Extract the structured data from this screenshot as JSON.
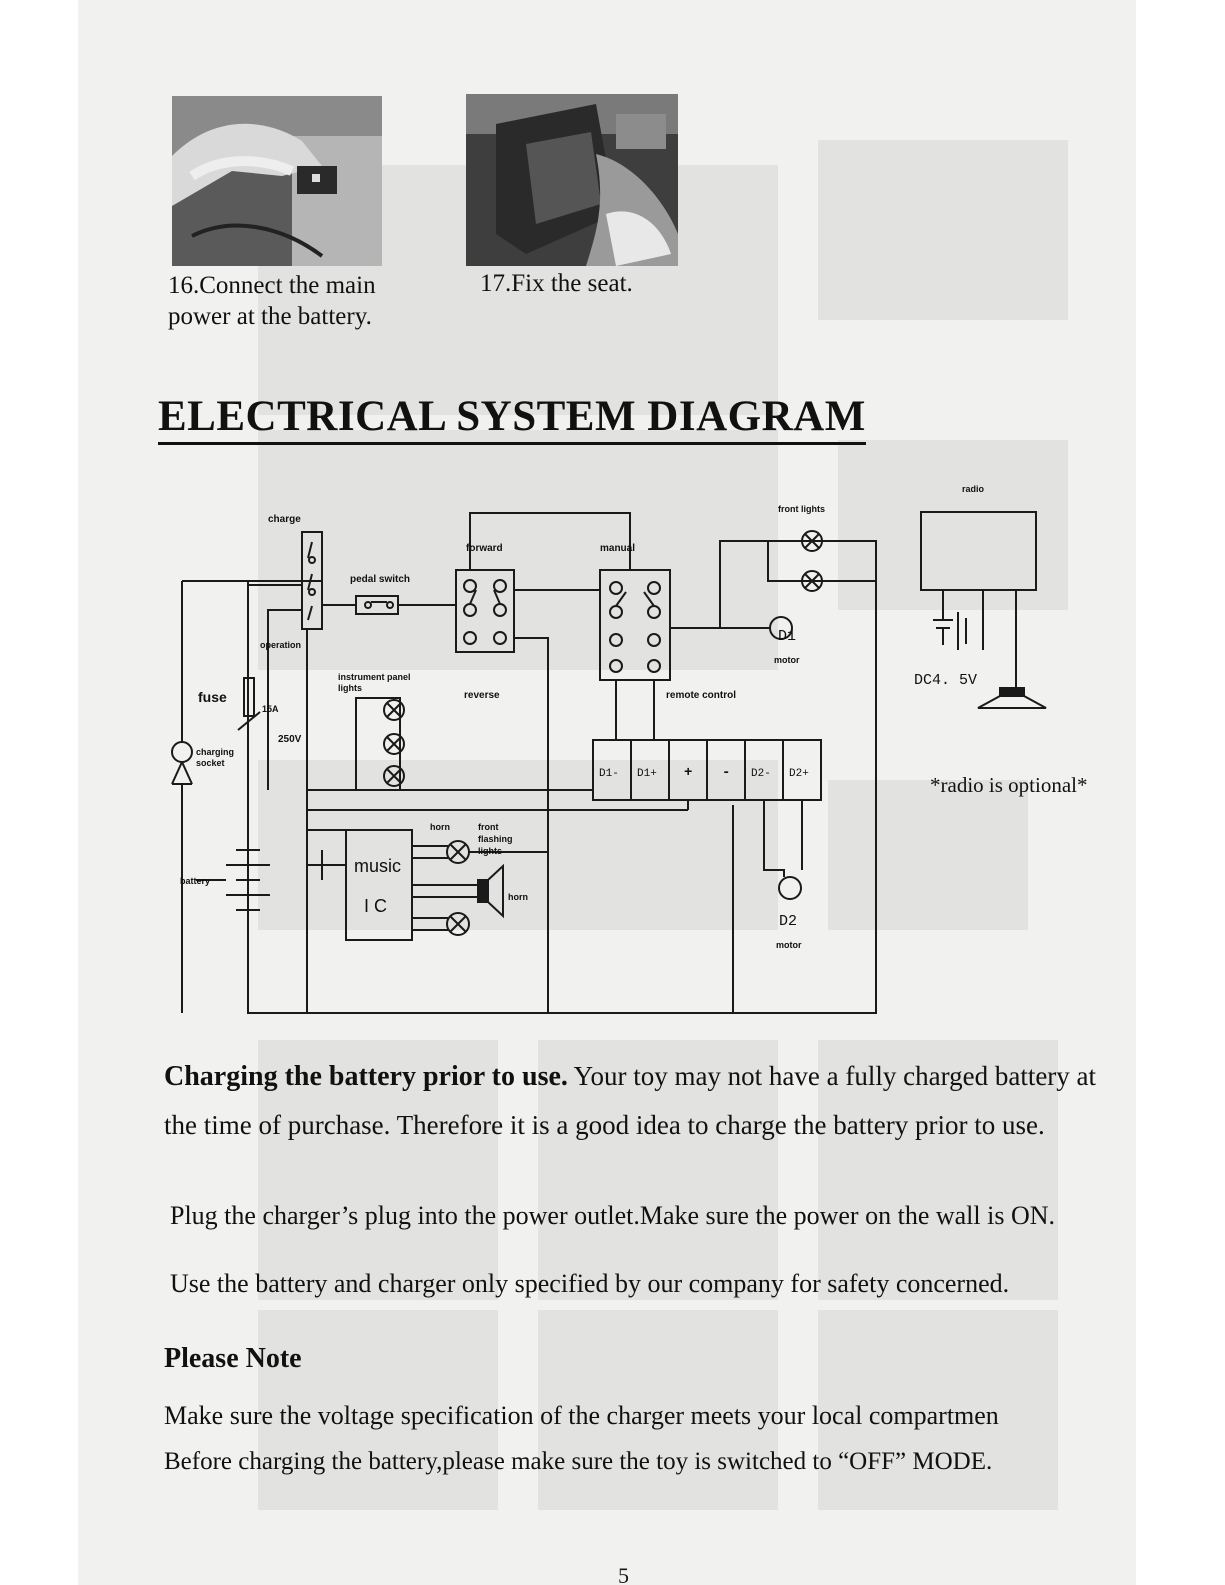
{
  "photo_captions": {
    "step16": "16.Connect the main power at the battery.",
    "step17": "17.Fix the seat."
  },
  "section_title": "ELECTRICAL SYSTEM DIAGRAM",
  "diagram_labels": {
    "charge": "charge",
    "pedal_switch": "pedal switch",
    "operation": "operation",
    "forward": "forward",
    "reverse": "reverse",
    "manual": "manual",
    "remote_control": "remote control",
    "front_lights": "front lights",
    "radio": "radio",
    "d1": "D1",
    "d1_motor": "motor",
    "d2": "D2",
    "d2_motor": "motor",
    "fuse": "fuse",
    "fuse_rating_a": "15A",
    "fuse_rating_v": "250V",
    "charging_socket": "charging socket",
    "instrument_panel_lights": "instrument panel lights",
    "battery": "battery",
    "music": "music",
    "ic": "I C",
    "front_flashing_lights": "front flashing lights",
    "horn": "horn",
    "dc": "DC4. 5V",
    "radio_optional": "*radio is optional*",
    "terminals": [
      "D1-",
      "D1+",
      "+",
      "-",
      "D2-",
      "D2+"
    ]
  },
  "body": {
    "charging_heading": "Charging the battery prior to use.",
    "charging_text": " Your toy may not have a fully charged battery at the time of purchase. Therefore it is a good idea to charge the battery prior to use.",
    "plug_text": "Plug the charger’s plug into the power outlet.Make sure the power on the wall is ON.",
    "use_text": "Use the battery and charger only specified by our company for safety concerned.",
    "note_heading": "Please Note",
    "voltage_text": "Make sure the voltage specification of the charger meets your local compartmen",
    "before_text": "Before charging the battery,please make sure the toy is switched to “OFF” MODE."
  },
  "page_number": "5"
}
